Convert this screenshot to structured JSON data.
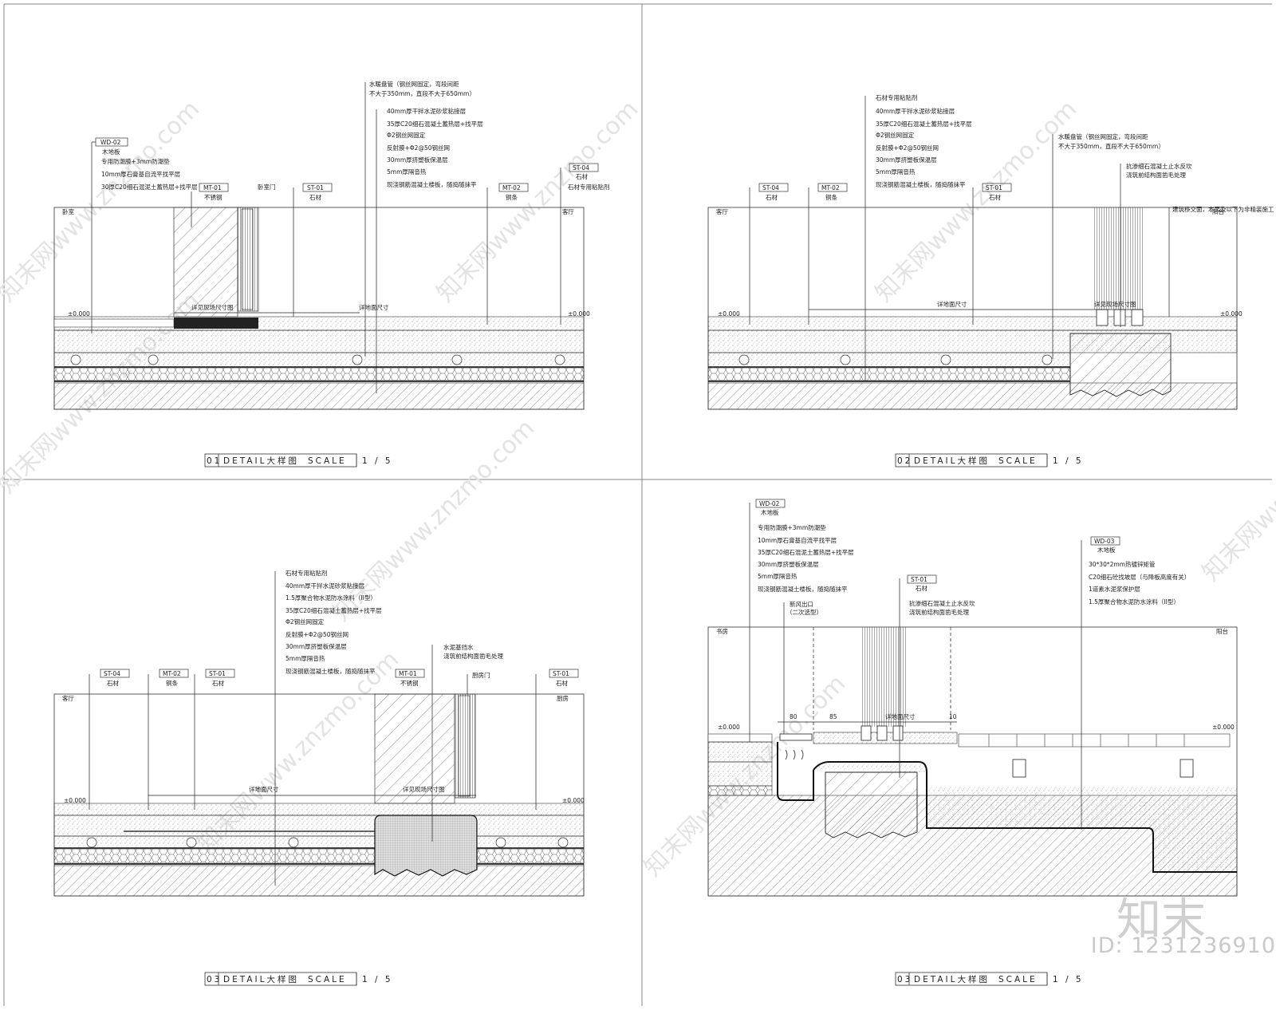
{
  "panels": [
    {
      "number": "01",
      "title": "DETAIL大样图",
      "scale_label": "SCALE",
      "scale": "1 / 5",
      "rooms": [
        "卧室",
        "客厅"
      ],
      "tags": [
        {
          "code": "WD-02",
          "name": "木地板"
        },
        {
          "code": "MT-01",
          "name": "不锈钢"
        },
        {
          "code": "ST-01",
          "name": "石材"
        },
        {
          "code": "MT-02",
          "name": "铜条"
        },
        {
          "code": "ST-04",
          "name": "石材"
        }
      ],
      "left_notes": [
        "专用防潮膜+3mm防潮垫",
        "10mm厚石膏基自流平找平层",
        "30厚C20细石混泥土蓄热层+找平层"
      ],
      "door_label": "卧室门",
      "center_notes": [
        "水暖盘管（钢丝网固定，弯段间距",
        "不大于350mm，直段不大于650mm）",
        "40mm厚干拌水泥砂浆粘接层",
        "35厚C20细石混凝土蓄热层+找平层",
        "Φ2钢丝网固定",
        "反射膜+Φ2@50钢丝网",
        "30mm厚挤塑板保温层",
        "5mm厚隔音热",
        "现浇钢筋混凝土楼板，随捣随抹平"
      ],
      "right_note": "石材专用粘贴剂",
      "dims": [
        "详见现场尺寸图",
        "详地面尺寸"
      ],
      "level": "±0.000"
    },
    {
      "number": "02",
      "title": "DETAIL大样图",
      "scale_label": "SCALE",
      "scale": "1 / 5",
      "rooms": [
        "客厅",
        "阳台"
      ],
      "tags": [
        {
          "code": "ST-04",
          "name": "石材"
        },
        {
          "code": "MT-02",
          "name": "铜条"
        },
        {
          "code": "ST-01",
          "name": "石材"
        }
      ],
      "center_notes": [
        "石材专用粘贴剂",
        "40mm厚干拌水泥砂浆粘接层",
        "35厚C20细石混凝土蓄热层+找平层",
        "Φ2钢丝网固定",
        "反射膜+Φ2@50钢丝网",
        "30mm厚挤塑板保温层",
        "5mm厚隔音热",
        "现浇钢筋混凝土楼板，随捣随抹平"
      ],
      "right_notes": [
        "水暖盘管（钢丝网固定，弯段间距",
        "不大于350mm，直段不大于650mm）",
        "抗渗细石混凝土止水反坎",
        "浇筑前结构面凿毛处理",
        "建筑移交面，本层及以下为非精装施工"
      ],
      "dims": [
        "详地面尺寸",
        "详见现场尺寸图"
      ],
      "level": "±0.000"
    },
    {
      "number": "03",
      "title": "DETAIL大样图",
      "scale_label": "SCALE",
      "scale": "1 / 5",
      "rooms": [
        "客厅",
        "厨房"
      ],
      "tags": [
        {
          "code": "ST-04",
          "name": "石材"
        },
        {
          "code": "MT-02",
          "name": "铜条"
        },
        {
          "code": "ST-01",
          "name": "石材"
        },
        {
          "code": "MT-01",
          "name": "不锈钢"
        },
        {
          "code": "ST-01",
          "name": "石材"
        }
      ],
      "center_notes": [
        "石材专用粘贴剂",
        "40mm厚干拌水泥砂浆粘接层",
        "1.5厚聚合物水泥防水涂料（II型）",
        "35厚C20细石混凝土蓄热层+找平层",
        "Φ2钢丝网固定",
        "反射膜+Φ2@50钢丝网",
        "30mm厚挤塑板保温层",
        "5mm厚隔音热",
        "现浇钢筋混凝土楼板，随捣随抹平"
      ],
      "right_notes": [
        "水泥基挡水",
        "浇筑前结构面凿毛处理"
      ],
      "door_label": "厨房门",
      "dims": [
        "详地面尺寸",
        "详见现场尺寸图"
      ],
      "level": "±0.000"
    },
    {
      "number": "03",
      "title": "DETAIL大样图",
      "scale_label": "SCALE",
      "scale": "1 / 5",
      "rooms": [
        "书房",
        "阳台"
      ],
      "tags": [
        {
          "code": "WD-02",
          "name": "木地板"
        },
        {
          "code": "ST-01",
          "name": "石材"
        },
        {
          "code": "WD-03",
          "name": "木地板"
        }
      ],
      "left_notes": [
        "专用防潮膜+3mm防潮垫",
        "10mm厚石膏基自流平找平层",
        "35厚C20细石混泥土蓄热层+找平层",
        "30mm厚挤塑板保温层",
        "5mm厚隔音热",
        "现浇钢筋混凝土楼板，随捣随抹平"
      ],
      "vent_note": [
        "新风出口",
        "（二次选型）"
      ],
      "mid_notes": [
        "抗渗细石混凝土止水反坎",
        "浇筑前结构面凿毛处理"
      ],
      "right_notes": [
        "30*30*2mm热镀锌矩管",
        "C20细石砼找坡层（与降板高度有关）",
        "1道素水泥浆保护层",
        "1.5厚聚合物水泥防水涂料（II型）"
      ],
      "dims": [
        "80",
        "85",
        "详地面尺寸",
        "10"
      ],
      "level": "±0.000"
    }
  ],
  "brand": {
    "logo_text": "知末",
    "id_text": "ID: 1231236910"
  },
  "watermark": {
    "text": "知末网www.znzmo.com"
  }
}
